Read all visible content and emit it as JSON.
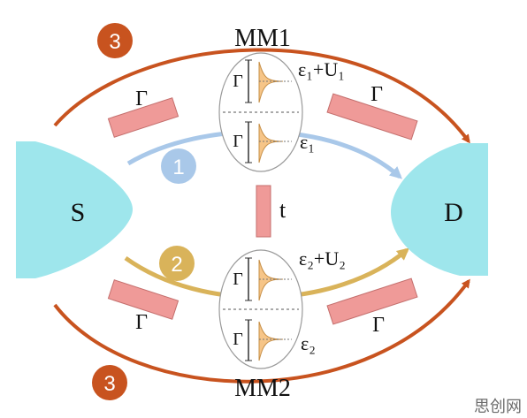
{
  "source_label": "S",
  "drain_label": "D",
  "mm_top_label": "MM1",
  "mm_bottom_label": "MM2",
  "coupling_t_label": "t",
  "gamma_label": "Γ",
  "path_labels": {
    "top_outer": "3",
    "bottom_outer": "3",
    "upper_inner": "1",
    "lower_inner": "2"
  },
  "energy_labels": {
    "mm1_upper": "ε₁+U₁",
    "mm1_lower": "ε₁",
    "mm2_upper": "ε₂+U₂",
    "mm2_lower": "ε₂"
  },
  "watermark": "思创网",
  "colors": {
    "lead": "#9ee6ec",
    "orange_path": "#c8531f",
    "blue_path": "#a9c8e9",
    "gold_path": "#d9b35a",
    "barrier": "#ef9a98",
    "peak": "#f6c588"
  }
}
